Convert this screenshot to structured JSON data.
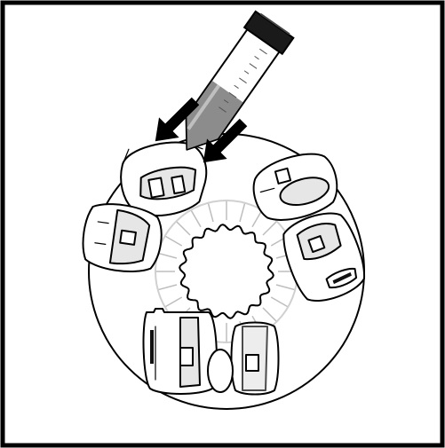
{
  "figure": {
    "subject": "tube-into-rotor-adapter",
    "adapter_count": 6,
    "arrow_count": 2,
    "tube_scale_marks": 9
  },
  "colors": {
    "ink": "#000000",
    "panel_bg": "#ffffff",
    "highlight": "#d9d9d9",
    "tube_liquid": "#8c8c8c",
    "cap": "#1a1a1a"
  }
}
